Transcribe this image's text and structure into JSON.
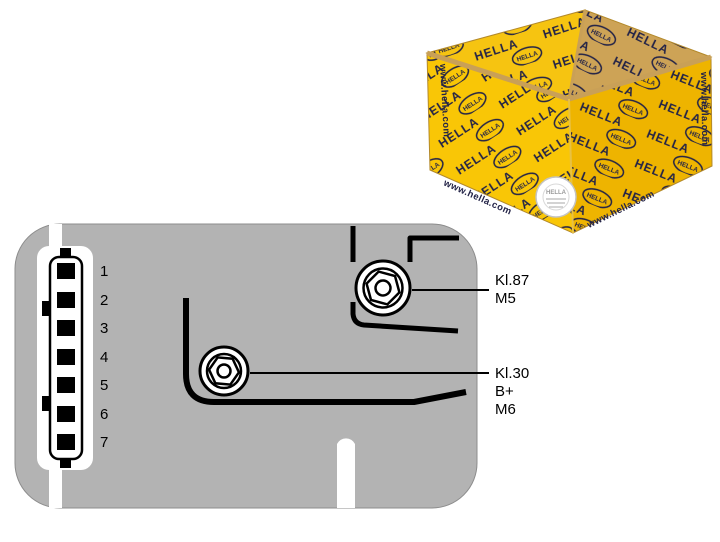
{
  "box": {
    "brand": "HELLA",
    "website": "www.hella.com",
    "colors": {
      "front_yellow": "#f9c606",
      "side_yellow": "#eeb400",
      "top_flap_yellow": "#f6c411",
      "top_flap_kraft": "#cda356",
      "edge_tan": "#c9a057",
      "print_navy": "#232347"
    }
  },
  "diagram": {
    "body_gray": "#b3b3b3",
    "pins": [
      "1",
      "2",
      "3",
      "4",
      "5",
      "6",
      "7"
    ],
    "terminals": {
      "upper": {
        "line1": "Kl.87",
        "line2": "M5"
      },
      "lower": {
        "line1": "Kl.30",
        "line2": "B+",
        "line3": "M6"
      }
    }
  }
}
